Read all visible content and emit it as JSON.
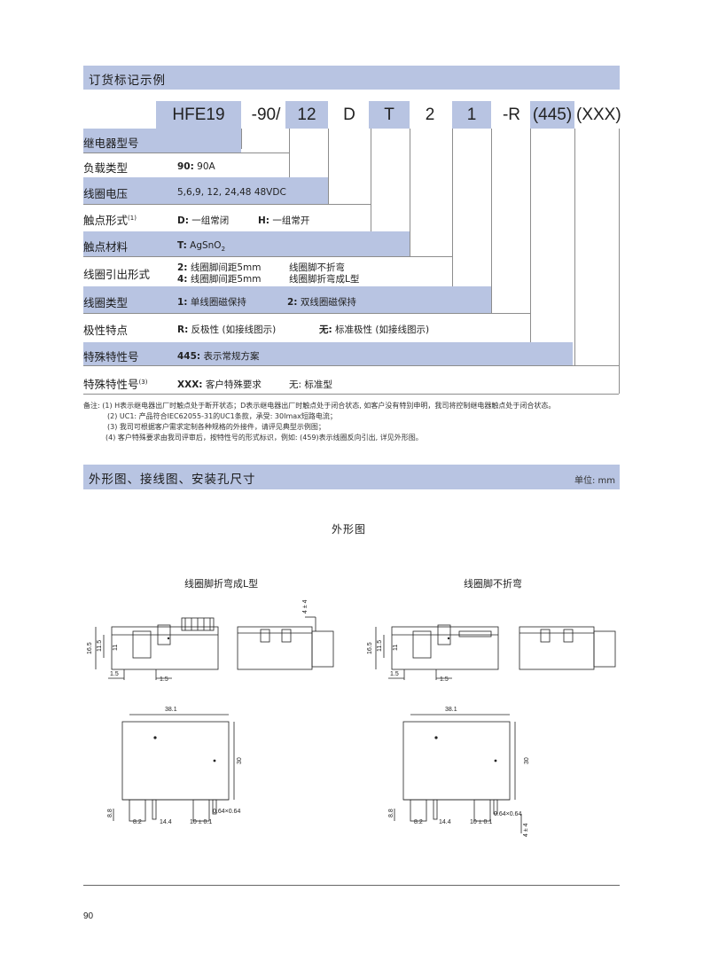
{
  "order_section": {
    "title": "订货标记示例",
    "code_parts": [
      "HFE19",
      "-90/",
      "12",
      "D",
      "T",
      "2",
      "1",
      "-R",
      "(445)",
      "(XXX)"
    ],
    "rows": [
      {
        "label": "继电器型号",
        "value": ""
      },
      {
        "label": "负载类型",
        "value_bold": "90:",
        "value": " 90A"
      },
      {
        "label": "线圈电压",
        "value": "5,6,9, 12, 24,48 48VDC"
      },
      {
        "label": "触点形式",
        "sup": "(1)",
        "value_bold": "D:",
        "value": " 一组常闭",
        "value2_bold": "H:",
        "value2": " 一组常开"
      },
      {
        "label": "触点材料",
        "value_bold": "T:",
        "value": " AgSnO",
        "sub": "2"
      },
      {
        "label": "线圈引出形式",
        "line1_bold": "2:",
        "line1": " 线圈脚间距5mm",
        "line1b": "线圈脚不折弯",
        "line2_bold": "4:",
        "line2": " 线圈脚间距5mm",
        "line2b": "线圈脚折弯成L型"
      },
      {
        "label": "线圈类型",
        "value_bold": "1:",
        "value": " 单线圈磁保持",
        "value2_bold": "2:",
        "value2": " 双线圈磁保持"
      },
      {
        "label": "极性特点",
        "value_bold": "R:",
        "value": " 反极性 (如接线图示)",
        "value2_bold": "无:",
        "value2": " 标准极性 (如接线图示)"
      },
      {
        "label": "特殊特性号",
        "value_bold": "445:",
        "value": " 表示常规方案"
      },
      {
        "label": "特殊特性号",
        "sup": "(3)",
        "value_bold": "XXX:",
        "value": " 客户特殊要求",
        "value2": "无: 标准型"
      }
    ],
    "notes": [
      "备注: (1) H表示继电器出厂时触点处于断开状态；D表示继电器出厂时触点处于闭合状态, 如客户没有特别申明，我司将控制继电器触点处于闭合状态。",
      "(2) UC1: 产品符合IEC62055-31的UC1条款，承受: 30Imax短路电流；",
      "(3) 我司可根据客户需求定制各种规格的外接件，请评见典型示例图；",
      "(4) 客户特殊要求由我司评审后，按特性号的形式标识，例如: (459)表示线圈反向引出, 详见外形图。"
    ]
  },
  "dims_section": {
    "title": "外形图、接线图、安装孔尺寸",
    "unit": "单位: mm",
    "subtitle": "外形图",
    "left_caption": "线圈脚折弯成L型",
    "right_caption": "线圈脚不折弯",
    "labels": {
      "h165": "16.5",
      "h115": "11.5",
      "h11": "11",
      "w15a": "1.5",
      "w15b": "1.5",
      "h44": "4 ± 4",
      "w381": "38.1",
      "h30": "30",
      "h88": "8.8",
      "w82": "8.2",
      "w144": "14.4",
      "w10": "10 ± 0.1",
      "pin": "0.64×0.64"
    }
  },
  "page_number": "90"
}
